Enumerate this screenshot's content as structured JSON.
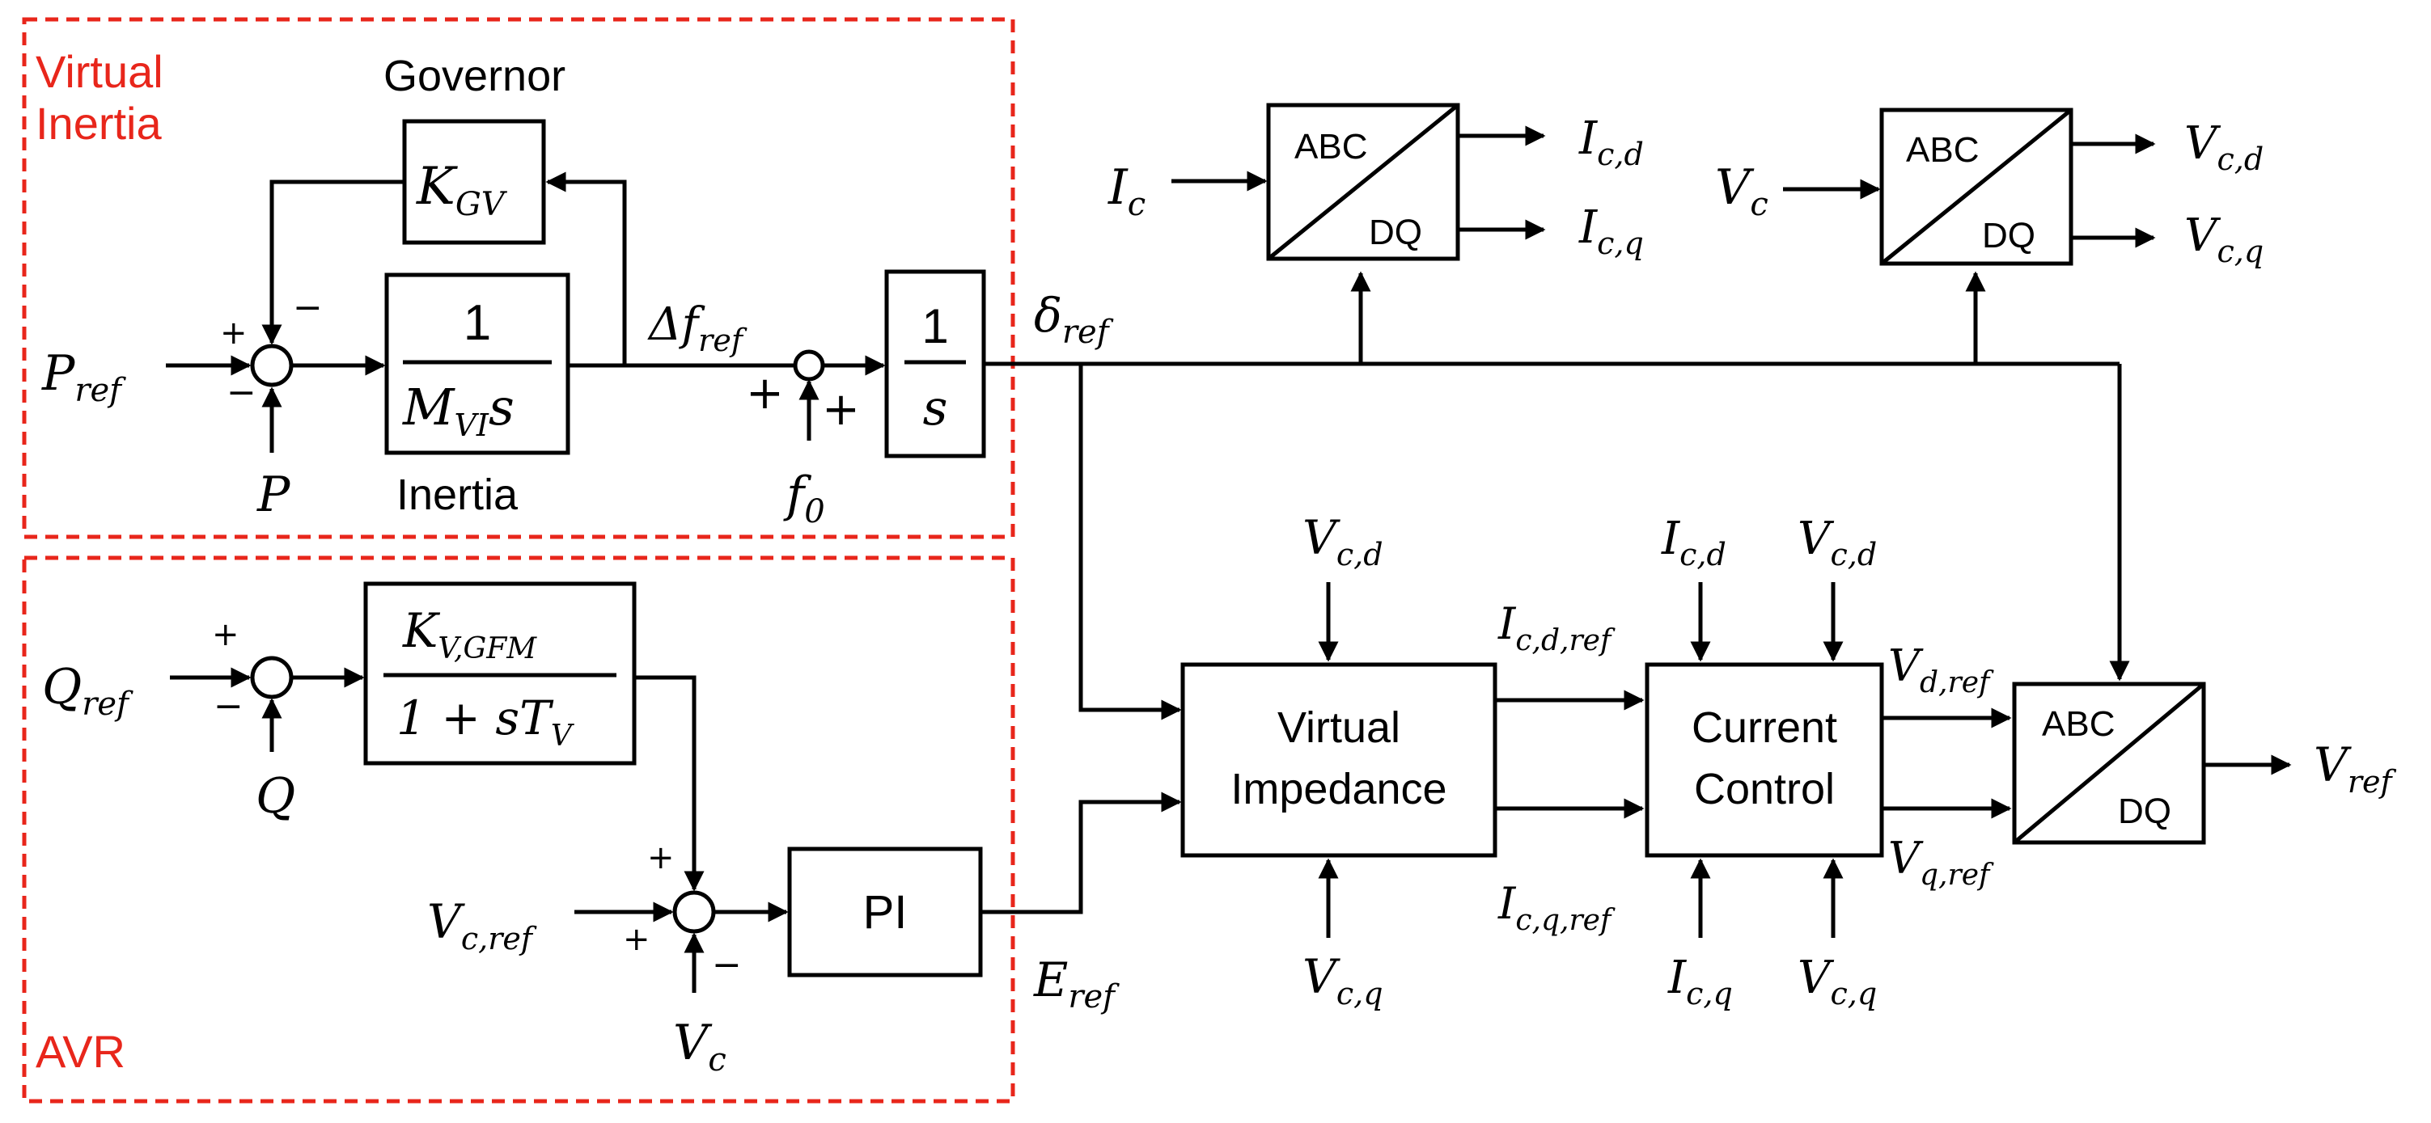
{
  "colors": {
    "group_border": "#e8261b",
    "group_label": "#e8261b",
    "line": "#000000",
    "background": "#ffffff"
  },
  "groups": {
    "virtual_inertia": "Virtual\nInertia",
    "avr": "AVR"
  },
  "blocks": {
    "governor": {
      "title": "Governor",
      "gain_main": "K",
      "gain_sub": "GV"
    },
    "inertia": {
      "title": "Inertia",
      "num": "1",
      "den_main": "M",
      "den_sub": "VI",
      "den_tail": "s"
    },
    "integrator": {
      "num": "1",
      "den": "s"
    },
    "kv_gfm": {
      "num_main": "K",
      "num_sub": "V,GFM",
      "den_main": "1 + sT",
      "den_sub": "V"
    },
    "pi": "PI",
    "virtual_impedance": [
      "Virtual",
      "Impedance"
    ],
    "current_control": [
      "Current",
      "Control"
    ],
    "abc_dq": {
      "top": "ABC",
      "bottom": "DQ"
    }
  },
  "signals": {
    "p_ref": {
      "main": "P",
      "sub": "ref"
    },
    "p": "P",
    "delta_f_ref": {
      "main": "Δf",
      "sub": "ref"
    },
    "f0": {
      "main": "f",
      "sub": "0"
    },
    "delta_ref": {
      "main": "δ",
      "sub": "ref"
    },
    "q_ref": {
      "main": "Q",
      "sub": "ref"
    },
    "q": "Q",
    "vc_ref": {
      "main": "V",
      "sub": "c,ref"
    },
    "vc": {
      "main": "V",
      "sub": "c"
    },
    "e_ref": {
      "main": "E",
      "sub": "ref"
    },
    "ic": {
      "main": "I",
      "sub": "c"
    },
    "ic_d": {
      "main": "I",
      "sub": "c,d"
    },
    "ic_q": {
      "main": "I",
      "sub": "c,q"
    },
    "vc_d": {
      "main": "V",
      "sub": "c,d"
    },
    "vc_q": {
      "main": "V",
      "sub": "c,q"
    },
    "ic_d_ref": {
      "main": "I",
      "sub": "c,d,ref"
    },
    "ic_q_ref": {
      "main": "I",
      "sub": "c,q,ref"
    },
    "vd_ref": {
      "main": "V",
      "sub": "d,ref"
    },
    "vq_ref": {
      "main": "V",
      "sub": "q,ref"
    },
    "v_ref": {
      "main": "V",
      "sub": "ref"
    }
  },
  "signs": {
    "plus": "+",
    "minus": "−"
  }
}
